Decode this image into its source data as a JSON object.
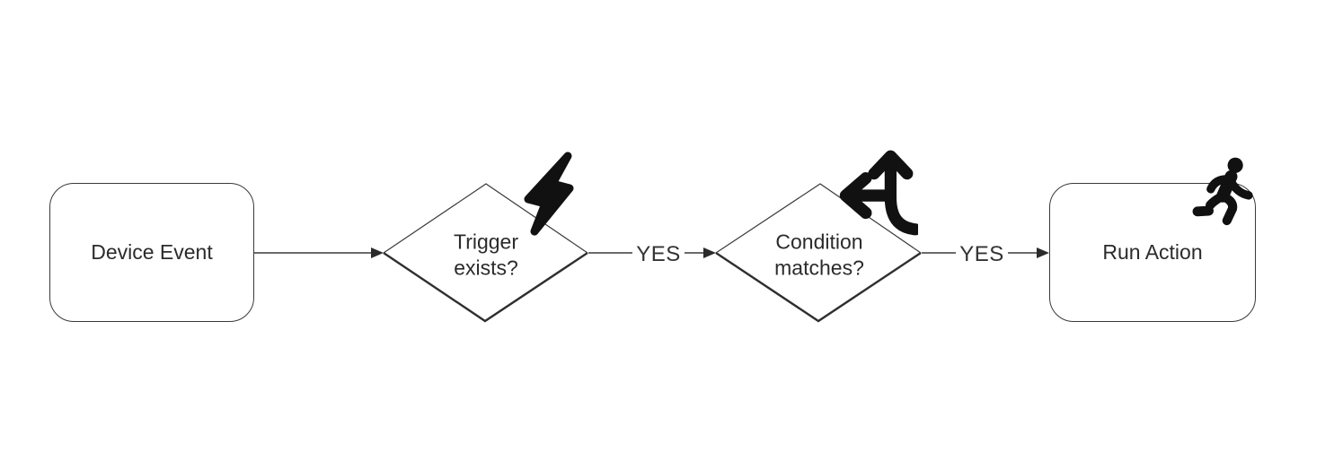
{
  "diagram": {
    "background": "#ffffff",
    "line_color": "#3a3a3a",
    "text_color": "#2b2b2b",
    "icon_color": "#111111",
    "nodes": [
      {
        "id": "device-event",
        "shape": "rounded-rectangle",
        "label": "Device Event",
        "icon": null
      },
      {
        "id": "trigger-exists",
        "shape": "diamond",
        "label": "Trigger exists?",
        "icon": "lightning-bolt-icon"
      },
      {
        "id": "condition-matches",
        "shape": "diamond",
        "label": "Condition matches?",
        "icon": "split-arrows-icon"
      },
      {
        "id": "run-action",
        "shape": "rounded-rectangle",
        "label": "Run Action",
        "icon": "running-person-icon"
      }
    ],
    "edges": [
      {
        "from": "device-event",
        "to": "trigger-exists",
        "label": ""
      },
      {
        "from": "trigger-exists",
        "to": "condition-matches",
        "label": "YES"
      },
      {
        "from": "condition-matches",
        "to": "run-action",
        "label": "YES"
      }
    ]
  }
}
